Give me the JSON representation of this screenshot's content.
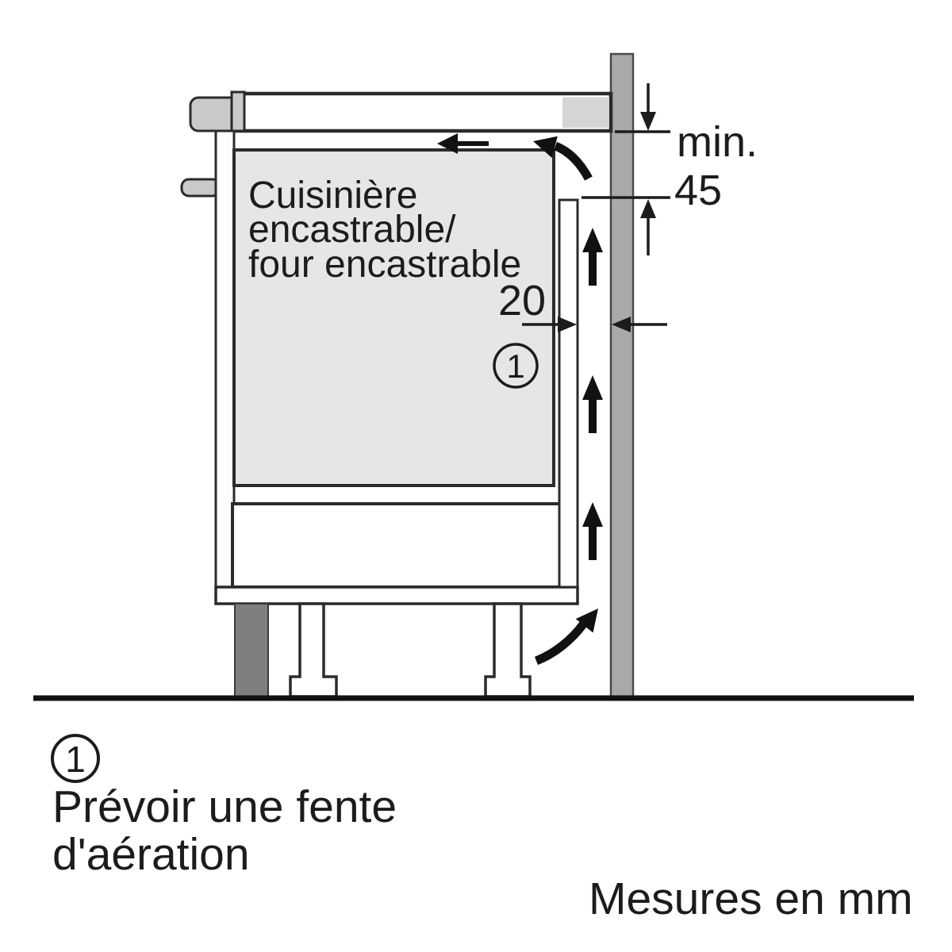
{
  "diagram": {
    "appliance_label": {
      "line1": "Cuisinière",
      "line2": "encastrable/",
      "line3": "four encastrable"
    },
    "dim_min_label": "min.",
    "dim_min_value": "45",
    "dim_gap_value": "20",
    "callout_number": "1"
  },
  "legend": {
    "number": "1",
    "line1": "Prévoir une fente",
    "line2": "d'aération"
  },
  "footer": {
    "units_note": "Mesures en mm"
  },
  "colors": {
    "wall": "#a9a9a9",
    "appliance_fill": "#e6e6e6",
    "trim": "#c9c9c9",
    "counter_block": "#d5d5d5",
    "plinth": "#7f7f7f",
    "line": "#2b2b2b",
    "arrow": "#111111"
  }
}
